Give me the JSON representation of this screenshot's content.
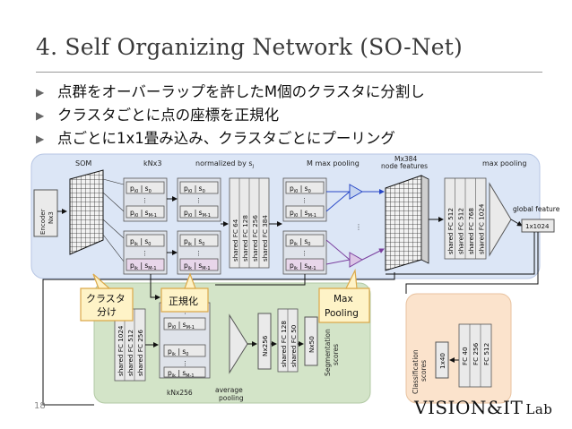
{
  "slide": {
    "title": "4. Self Organizing Network (SO-Net)",
    "bullets": [
      "点群をオーバーラップを許したM個のクラスタに分割し",
      "クラスタごとに点の座標を正規化",
      "点ごとに1x1畳み込み、クラスタごとにプーリング"
    ],
    "bullet_icon": "triangle-right-icon",
    "page_number": "18",
    "logo_main": "VISION&IT",
    "logo_sub": "Lab"
  },
  "diagram": {
    "labels": {
      "som": "SOM",
      "knx3": "kNx3",
      "normalized_by": "normalized by s",
      "normalized_sub": "j",
      "m_max_pooling": "M max pooling",
      "mx384_line1": "Mx384",
      "mx384_line2": "node features",
      "max_pooling": "max pooling",
      "global_feature": "global feature",
      "g1024": "1x1024",
      "encoder": "Encoder",
      "nx3": "Nx3",
      "nx256": "Nx256",
      "nx50": "Nx50",
      "seg_scores_1": "Segmentation",
      "seg_scores_2": "scores",
      "knx256": "kNx256",
      "avg_pool_1": "average",
      "avg_pool_2": "pooling",
      "cls_scores_1": "Classification",
      "cls_scores_2": "scores",
      "one_x40": "1x40"
    },
    "point_cells": {
      "p0": "p",
      "pk": "p",
      "sub_i0": "i0",
      "sub_ik": "ik",
      "sep": "|",
      "s0": "s",
      "sM": "s",
      "sub_0": "0",
      "sub_M1": "M-1",
      "dots": "⋮"
    },
    "fc_encoder": [
      "shared FC 64",
      "shared FC 128",
      "shared FC 256",
      "shared FC 384"
    ],
    "fc_global": [
      "shared FC 512",
      "shared FC 512",
      "shared FC 768",
      "shared FC 1024"
    ],
    "fc_seg_left": [
      "shared FC 1024",
      "shared FC 512",
      "shared FC 256"
    ],
    "fc_seg_right": [
      "shared FC 128",
      "shared FC 50"
    ],
    "fc_cls": [
      "FC 40",
      "FC 256",
      "FC 512"
    ],
    "callouts": {
      "cluster_line1": "クラスタ",
      "cluster_line2": "分け",
      "normalize": "正規化",
      "max_line1": "Max",
      "max_line2": "Pooling"
    },
    "colors": {
      "encoder_bg": "#dce6f6",
      "seg_bg": "#d3e4c8",
      "cls_bg": "#fbe3cc",
      "cell_fill": "#eaeaea",
      "cell_pink": "#e8d6ea",
      "callout_fill": "#fef3c7",
      "callout_stroke": "#dca94a",
      "arrow_blue": "#2747c7",
      "arrow_purple": "#7a3e9e"
    }
  }
}
